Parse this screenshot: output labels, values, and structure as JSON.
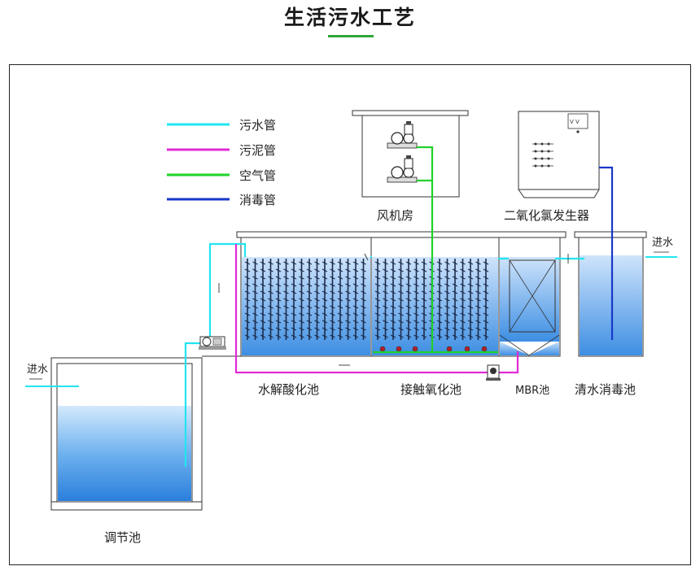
{
  "title": "生活污水工艺",
  "legend": [
    {
      "label": "污水管",
      "color": "#22e5f0"
    },
    {
      "label": "污泥管",
      "color": "#e12ad6"
    },
    {
      "label": "空气管",
      "color": "#1fd12a"
    },
    {
      "label": "消毒管",
      "color": "#1838c9"
    }
  ],
  "labels": {
    "blower_room": "风机房",
    "chlorine_generator": "二氧化氯发生器",
    "hydrolysis_tank": "水解酸化池",
    "contact_oxidation_tank": "接触氧化池",
    "mbr_tank": "MBR池",
    "clear_water_tank": "清水消毒池",
    "regulating_tank": "调节池",
    "inlet_left": "进水",
    "inlet_right": "进水"
  },
  "colors": {
    "water_fill_top": "#cfe6fb",
    "water_fill_bottom": "#2f86e0",
    "title_accent": "#2fa63b"
  }
}
